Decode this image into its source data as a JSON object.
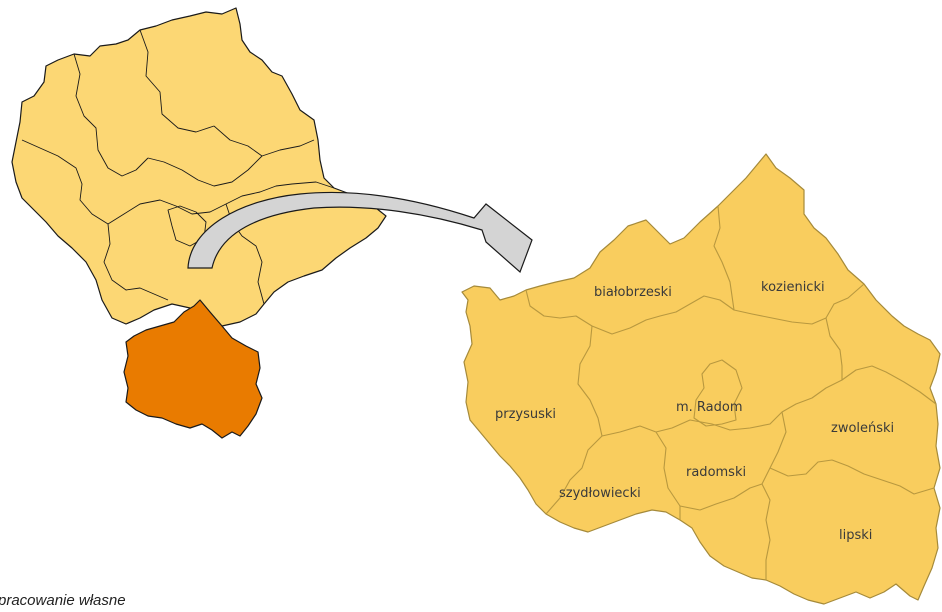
{
  "colors": {
    "region_fill": "#fcd774",
    "county_fill": "#f9cd5e",
    "county_border": "#a58a3a",
    "highlight_fill": "#e97b00",
    "arrow_fill": "#d4d4d4",
    "outline": "#1a1a1a"
  },
  "map": {
    "regions": [
      {
        "id": "bialobrzeski",
        "label": "białobrzeski"
      },
      {
        "id": "kozienicki",
        "label": "kozienicki"
      },
      {
        "id": "przysuski",
        "label": "przysuski"
      },
      {
        "id": "m-radom",
        "label": "m. Radom"
      },
      {
        "id": "zwolenski",
        "label": "zwoleński"
      },
      {
        "id": "radomski",
        "label": "radomski"
      },
      {
        "id": "szydlowiecki",
        "label": "szydłowiecki"
      },
      {
        "id": "lipski",
        "label": "lipski"
      }
    ]
  },
  "footer": {
    "source": "pracowanie własne"
  }
}
